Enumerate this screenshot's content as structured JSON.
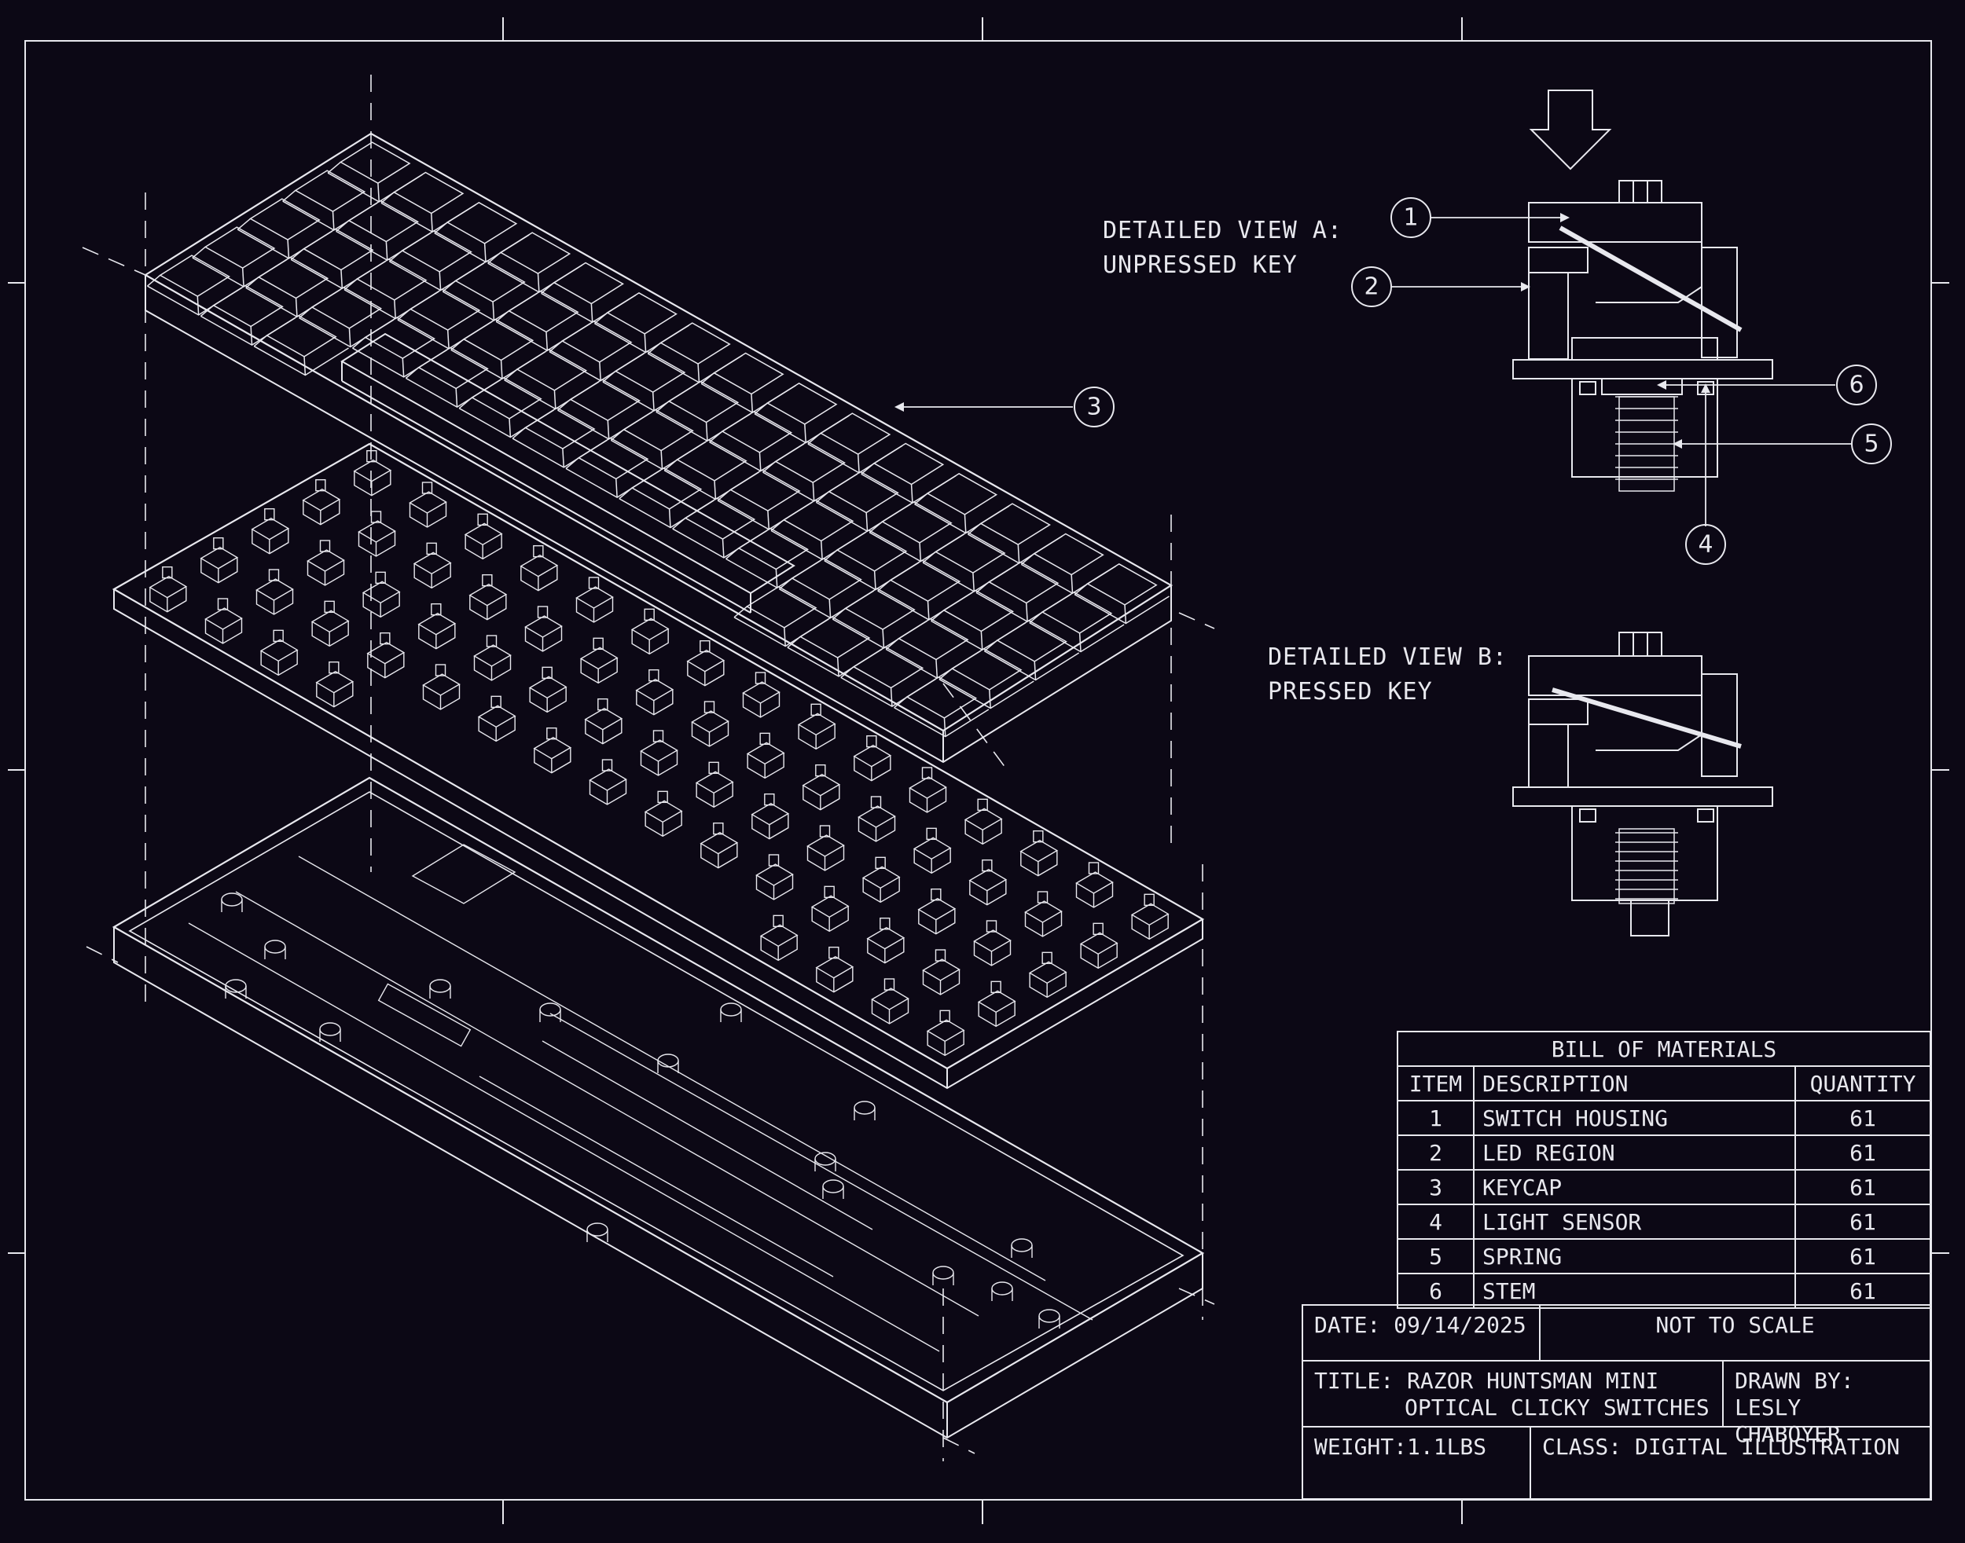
{
  "view_a": {
    "line1": "DETAILED VIEW A:",
    "line2": "UNPRESSED KEY"
  },
  "view_b": {
    "line1": "DETAILED VIEW B:",
    "line2": "PRESSED KEY"
  },
  "callouts": [
    "1",
    "2",
    "3",
    "4",
    "5",
    "6"
  ],
  "bom": {
    "title": "BILL OF MATERIALS",
    "headers": [
      "ITEM",
      "DESCRIPTION",
      "QUANTITY"
    ],
    "rows": [
      {
        "item": "1",
        "description": "SWITCH HOUSING",
        "quantity": "61"
      },
      {
        "item": "2",
        "description": "LED REGION",
        "quantity": "61"
      },
      {
        "item": "3",
        "description": "KEYCAP",
        "quantity": "61"
      },
      {
        "item": "4",
        "description": "LIGHT SENSOR",
        "quantity": "61"
      },
      {
        "item": "5",
        "description": "SPRING",
        "quantity": "61"
      },
      {
        "item": "6",
        "description": "STEM",
        "quantity": "61"
      }
    ]
  },
  "title_block": {
    "date": "DATE: 09/14/2025",
    "scale": "NOT TO SCALE",
    "title_line1": "TITLE: RAZOR HUNTSMAN MINI",
    "title_line2": "OPTICAL CLICKY SWITCHES",
    "drawn_by_label": "DRAWN BY:",
    "drawn_by_name": "LESLY CHABOYER",
    "weight": "WEIGHT:1.1LBS",
    "class": "CLASS: DIGITAL ILLUSTRATION"
  },
  "colors": {
    "background": "#0c0815",
    "line": "#e8e8ee"
  }
}
